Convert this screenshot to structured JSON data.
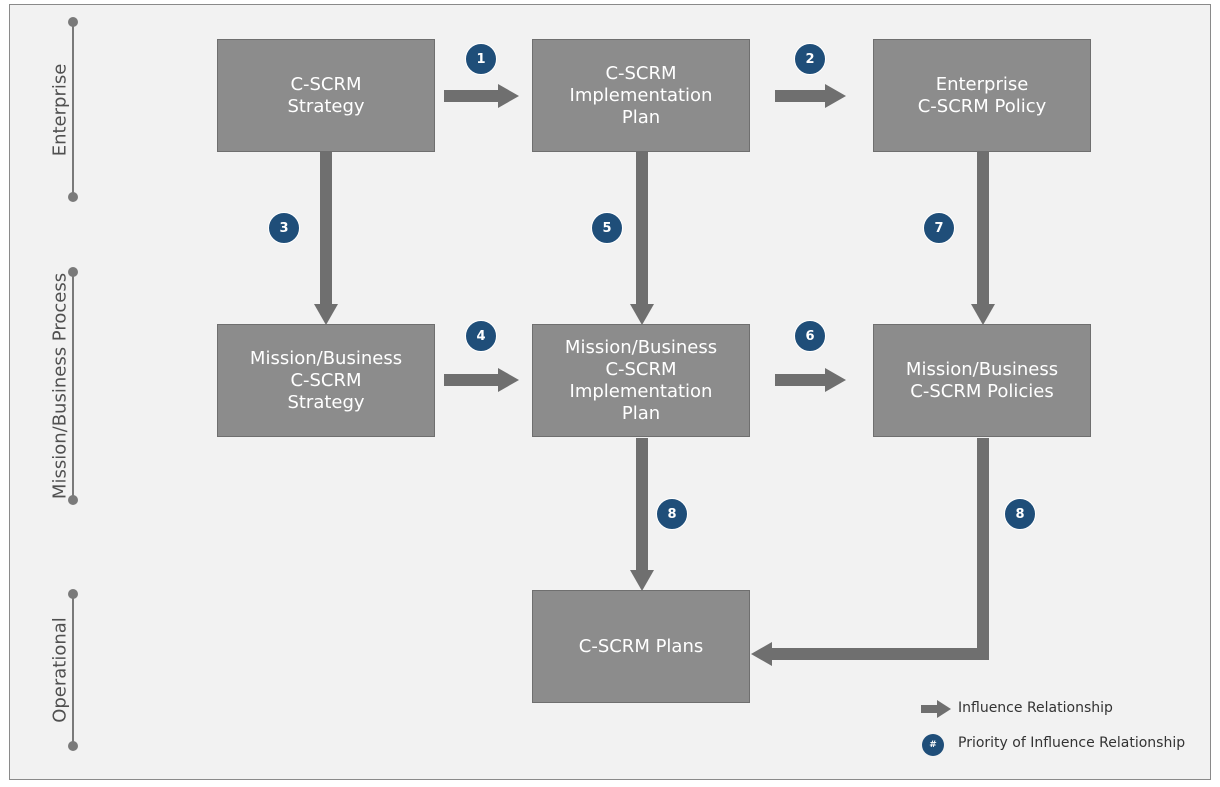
{
  "tiers": {
    "enterprise": "Enterprise",
    "mission": "Mission/Business Process",
    "operational": "Operational"
  },
  "boxes": {
    "cscrm_strategy": "C-SCRM\nStrategy",
    "cscrm_impl_plan": "C-SCRM\nImplementation\nPlan",
    "enterprise_policy": "Enterprise\nC-SCRM Policy",
    "mb_strategy": "Mission/Business\nC-SCRM\nStrategy",
    "mb_impl_plan": "Mission/Business\nC-SCRM\nImplementation\nPlan",
    "mb_policies": "Mission/Business\nC-SCRM Policies",
    "cscrm_plans": "C-SCRM Plans"
  },
  "badges": {
    "b1": "1",
    "b2": "2",
    "b3": "3",
    "b4": "4",
    "b5": "5",
    "b6": "6",
    "b7": "7",
    "b8a": "8",
    "b8b": "8"
  },
  "legend": {
    "arrow_label": "Influence Relationship",
    "badge_symbol": "#",
    "badge_label": "Priority of Influence Relationship"
  },
  "colors": {
    "box_fill": "#8c8c8c",
    "arrow": "#6f6f6f",
    "badge": "#1f4e79",
    "frame_bg": "#f2f2f2"
  }
}
